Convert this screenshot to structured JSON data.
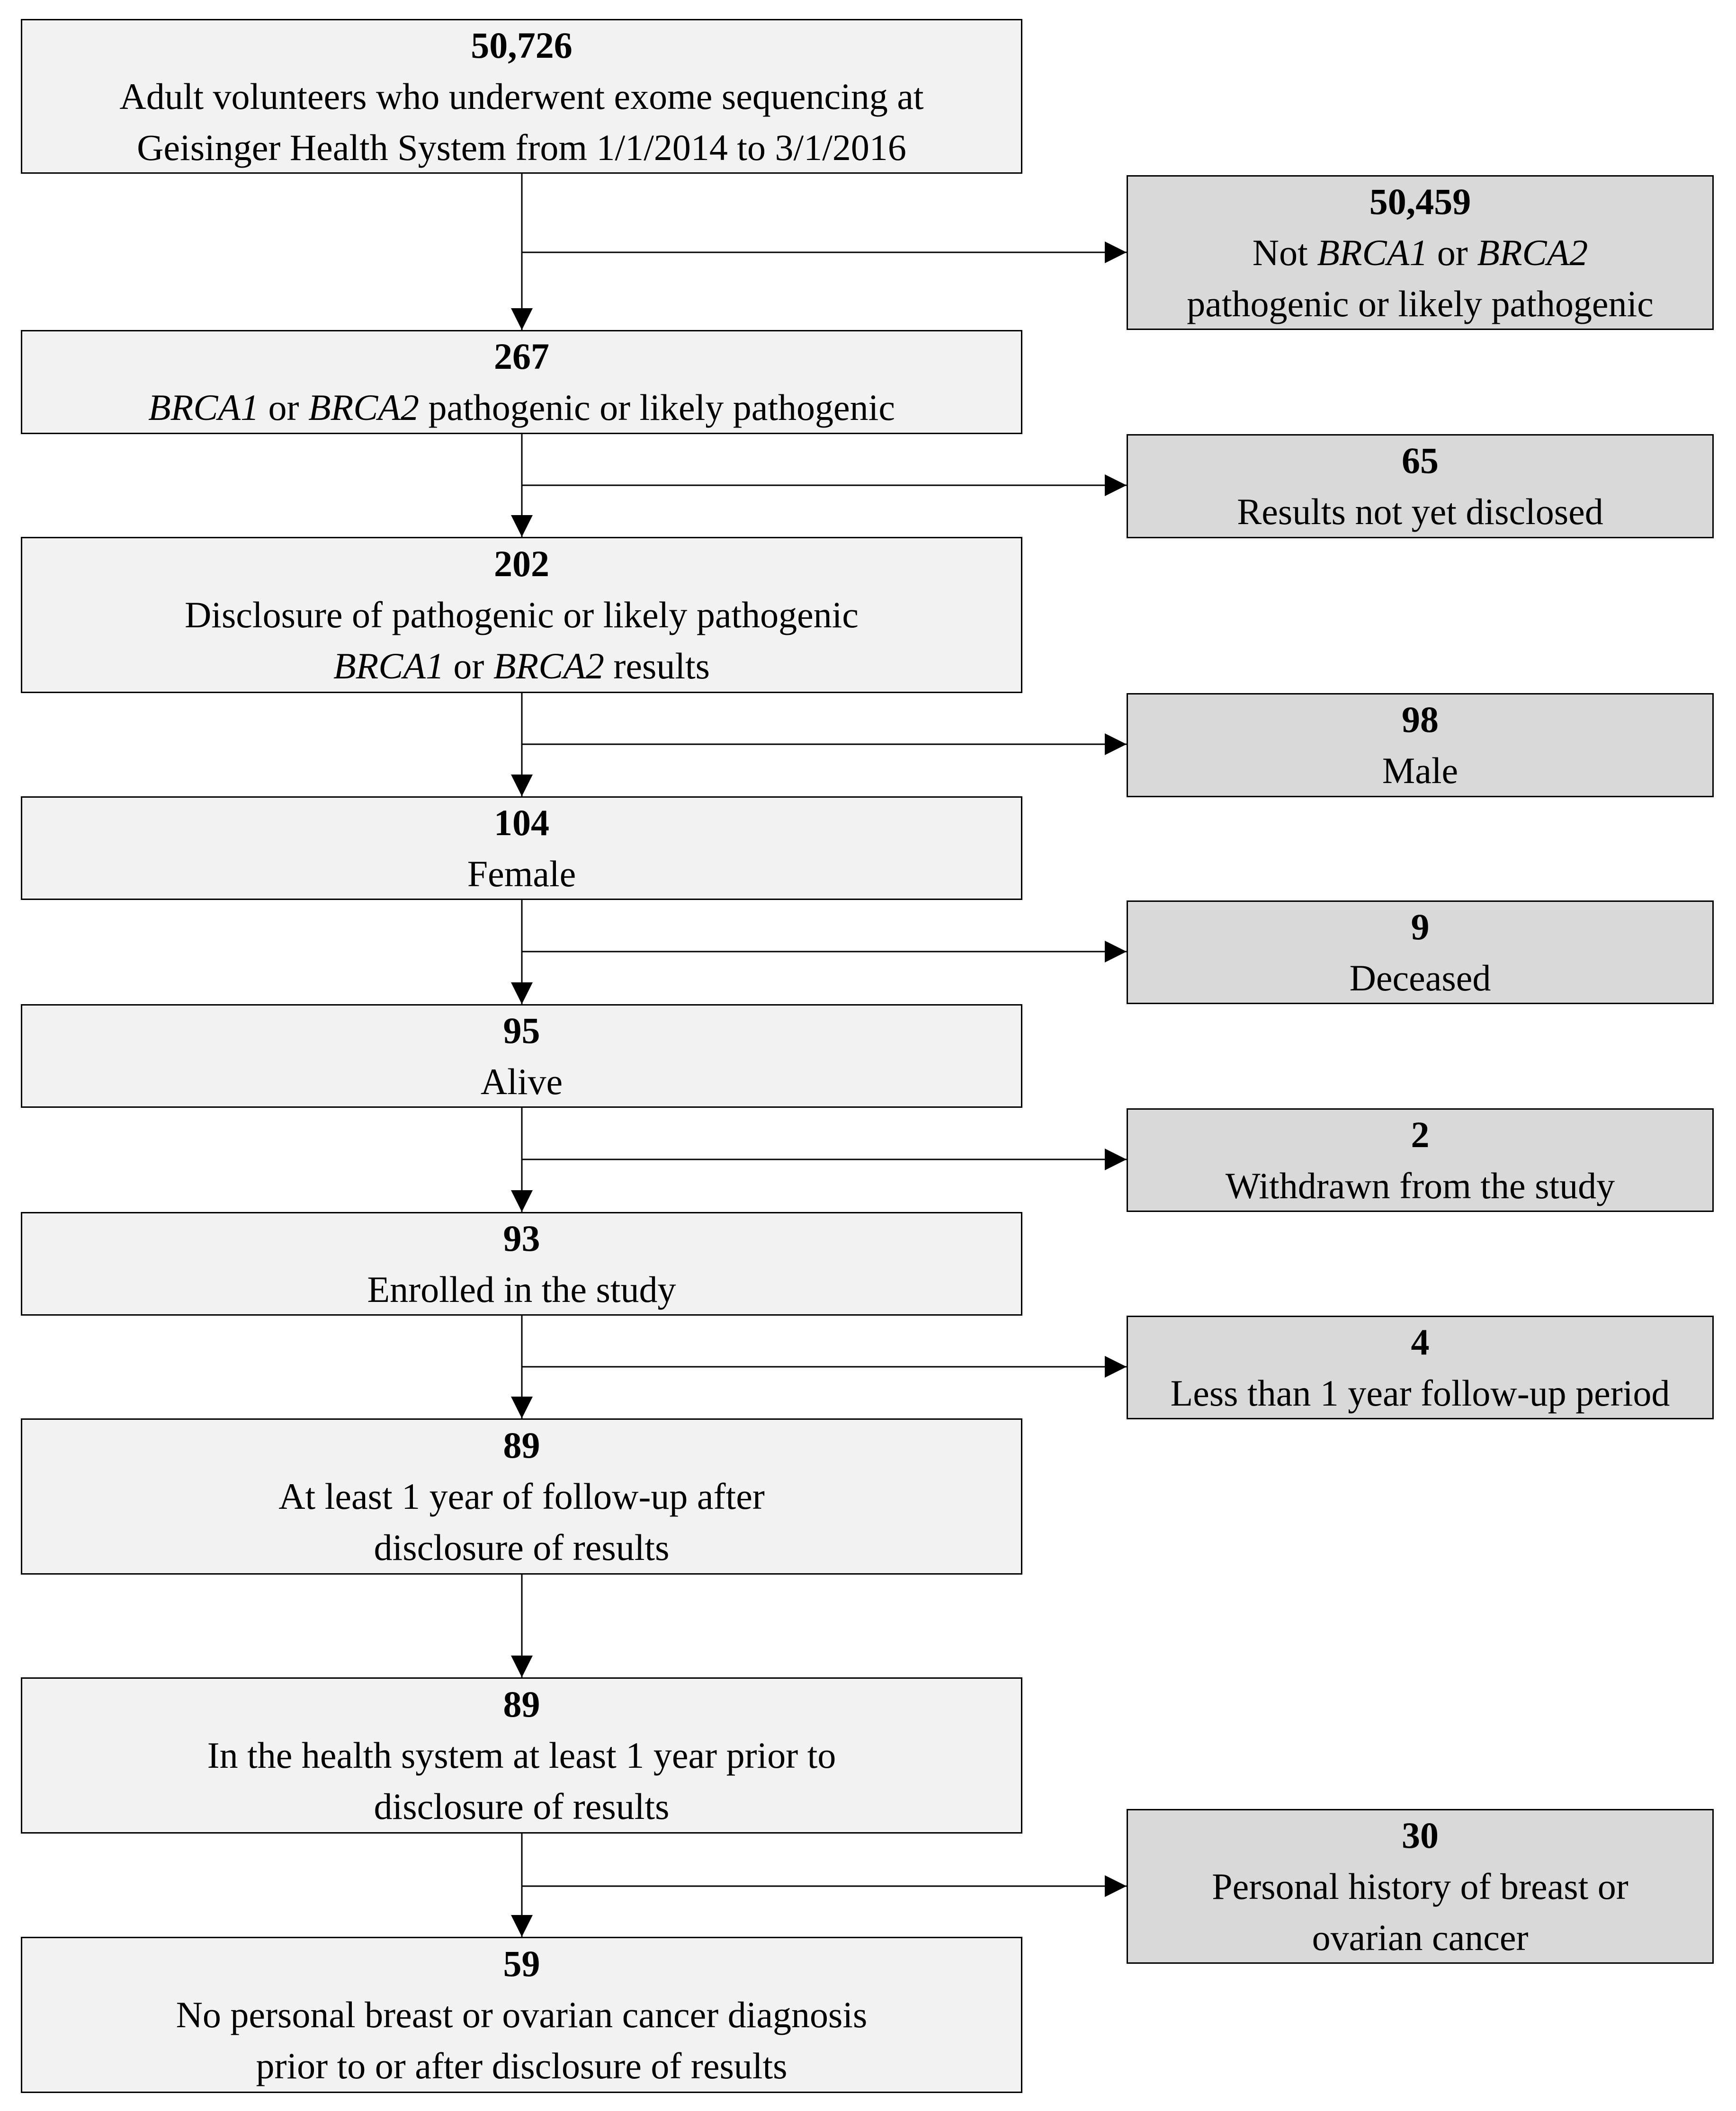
{
  "main_boxes": [
    {
      "count": "50,726",
      "lines": [
        [
          "Adult volunteers who underwent exome sequencing at"
        ],
        [
          "Geisinger Health System from 1/1/2014 to 3/1/2016"
        ]
      ]
    },
    {
      "count": "267",
      "lines": [
        [
          {
            "t": "BRCA1",
            "i": true
          },
          " or ",
          {
            "t": "BRCA2",
            "i": true
          },
          " pathogenic or likely pathogenic"
        ]
      ]
    },
    {
      "count": "202",
      "lines": [
        [
          "Disclosure of pathogenic or likely pathogenic"
        ],
        [
          {
            "t": "BRCA1",
            "i": true
          },
          " or ",
          {
            "t": "BRCA2",
            "i": true
          },
          " results"
        ]
      ]
    },
    {
      "count": "104",
      "lines": [
        [
          "Female"
        ]
      ]
    },
    {
      "count": "95",
      "lines": [
        [
          "Alive"
        ]
      ]
    },
    {
      "count": "93",
      "lines": [
        [
          "Enrolled in the study"
        ]
      ]
    },
    {
      "count": "89",
      "lines": [
        [
          "At least 1 year of follow-up after"
        ],
        [
          "disclosure of results"
        ]
      ]
    },
    {
      "count": "89",
      "lines": [
        [
          "In the health system at least 1 year prior to"
        ],
        [
          "disclosure of results"
        ]
      ]
    },
    {
      "count": "59",
      "lines": [
        [
          "No personal breast or ovarian cancer diagnosis"
        ],
        [
          "prior to or after disclosure of results"
        ]
      ]
    }
  ],
  "side_boxes": [
    {
      "count": "50,459",
      "lines": [
        [
          "Not ",
          {
            "t": "BRCA1",
            "i": true
          },
          " or ",
          {
            "t": "BRCA2",
            "i": true
          }
        ],
        [
          "pathogenic or likely pathogenic"
        ]
      ]
    },
    {
      "count": "65",
      "lines": [
        [
          "Results not yet disclosed"
        ]
      ]
    },
    {
      "count": "98",
      "lines": [
        [
          "Male"
        ]
      ]
    },
    {
      "count": "9",
      "lines": [
        [
          "Deceased"
        ]
      ]
    },
    {
      "count": "2",
      "lines": [
        [
          "Withdrawn from the study"
        ]
      ]
    },
    {
      "count": "4",
      "lines": [
        [
          "Less than 1 year follow-up period"
        ]
      ]
    },
    {
      "count": "30",
      "lines": [
        [
          "Personal history of breast or"
        ],
        [
          "ovarian cancer"
        ]
      ]
    }
  ],
  "colors": {
    "main_fill": "#f2f2f2",
    "side_fill": "#d9d9d9",
    "stroke": "#000000"
  }
}
